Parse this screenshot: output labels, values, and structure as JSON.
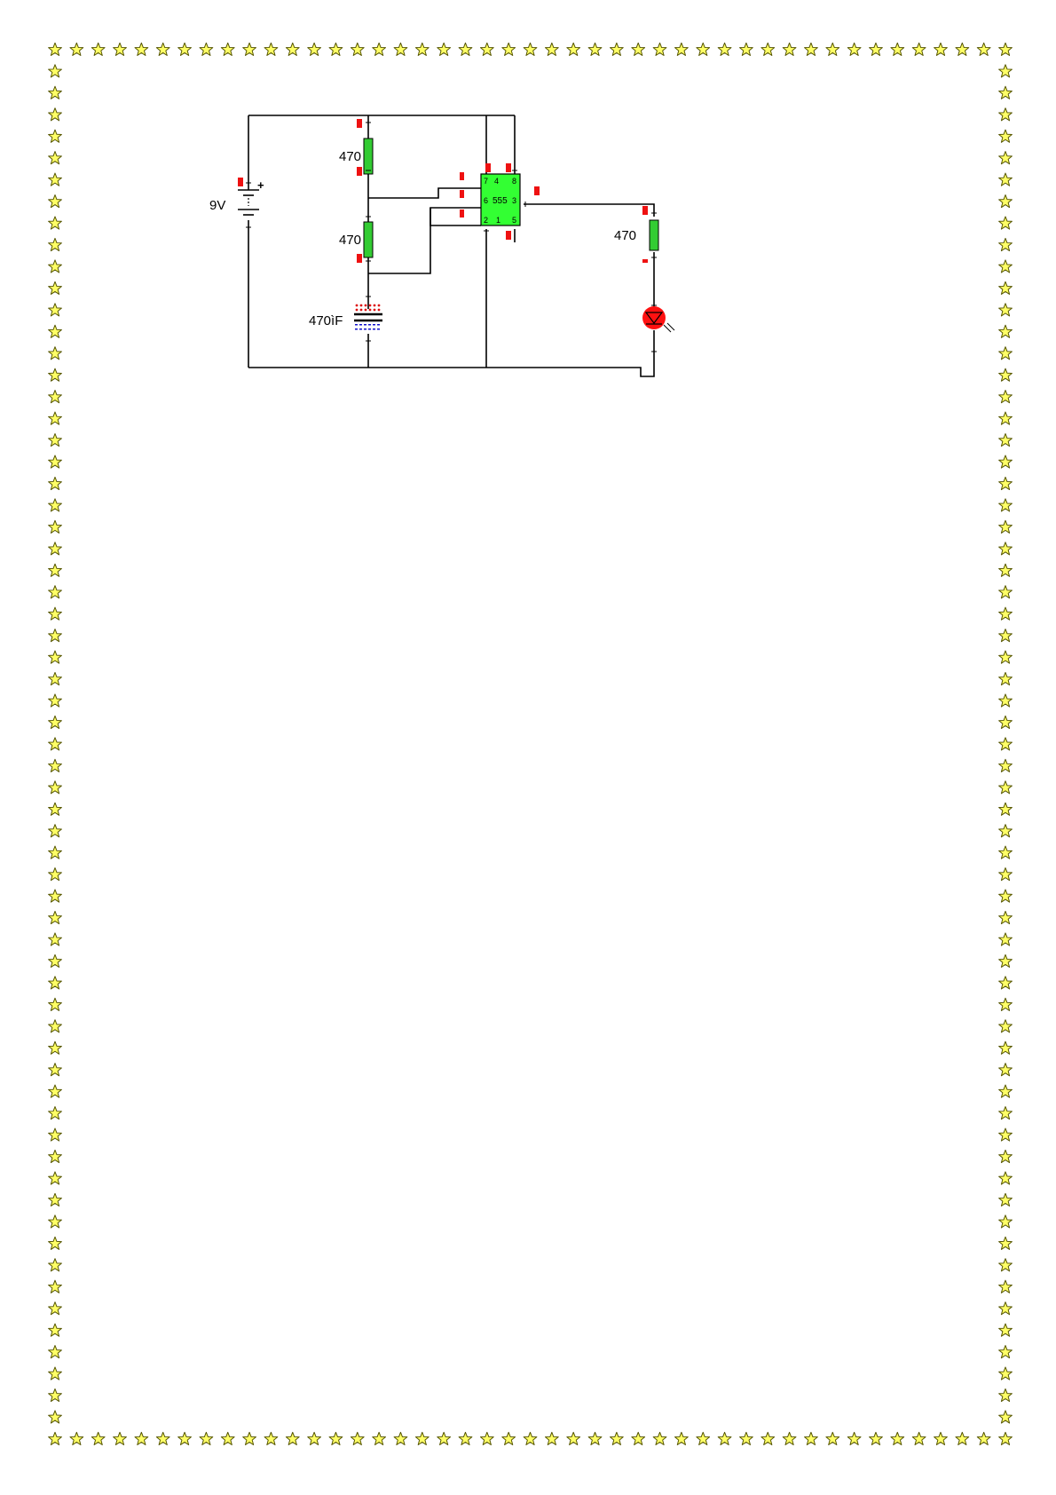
{
  "colors": {
    "star_fill": "#ffff66",
    "star_stroke": "#555500",
    "resistor": "#33cc33",
    "ic_body": "#33ff33",
    "probe": "#ee1111",
    "led": "#ff1111",
    "cap_dots_top": "#dd1111",
    "cap_dots_bottom": "#1111cc"
  },
  "circuit": {
    "battery_label": "9V",
    "battery_plus": "+",
    "r1_label": "470",
    "r2_label": "470",
    "r3_label": "470",
    "capacitor_label": "470ìF",
    "ic_name": "555",
    "ic_pins": {
      "p7": "7",
      "p4": "4",
      "p8": "8",
      "p6": "6",
      "p3": "3",
      "p2": "2",
      "p1": "1",
      "p5": "5"
    }
  }
}
